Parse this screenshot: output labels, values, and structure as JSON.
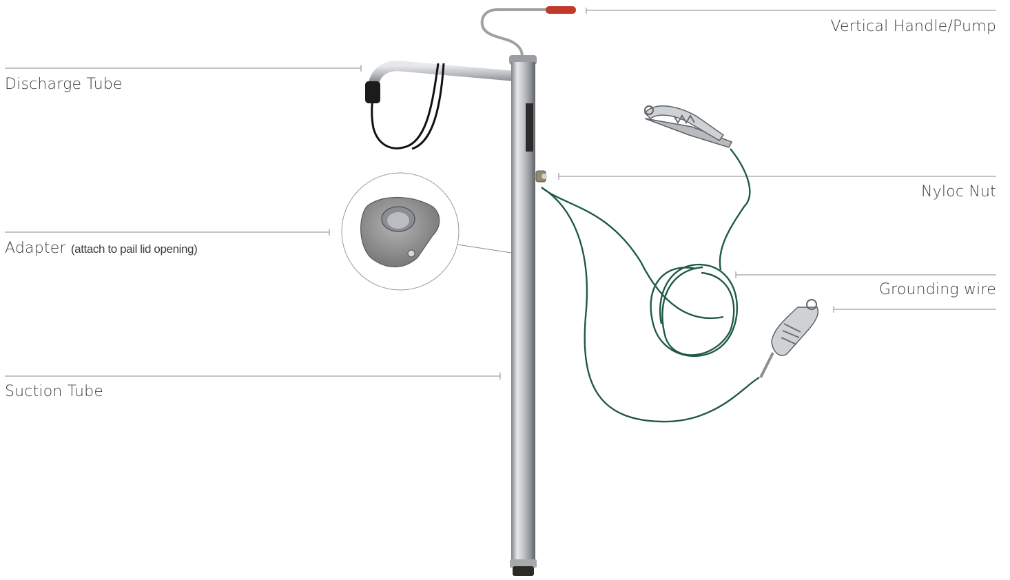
{
  "callouts": {
    "handle": {
      "text": "Vertical Handle/Pump"
    },
    "discharge": {
      "text": "Discharge Tube"
    },
    "nut": {
      "text": "Nyloc Nut"
    },
    "adapter": {
      "text": "Adapter",
      "note": "(attach to pail lid opening)"
    },
    "grounding": {
      "text": "Grounding wire"
    },
    "suction": {
      "text": "Suction Tube"
    }
  },
  "colors": {
    "leader_line": "#8a8a8a",
    "pump_metal": "#b9bcbf",
    "handle_grip": "#c0392b",
    "ground_wire": "#1f5a45",
    "hose": "#111111"
  }
}
